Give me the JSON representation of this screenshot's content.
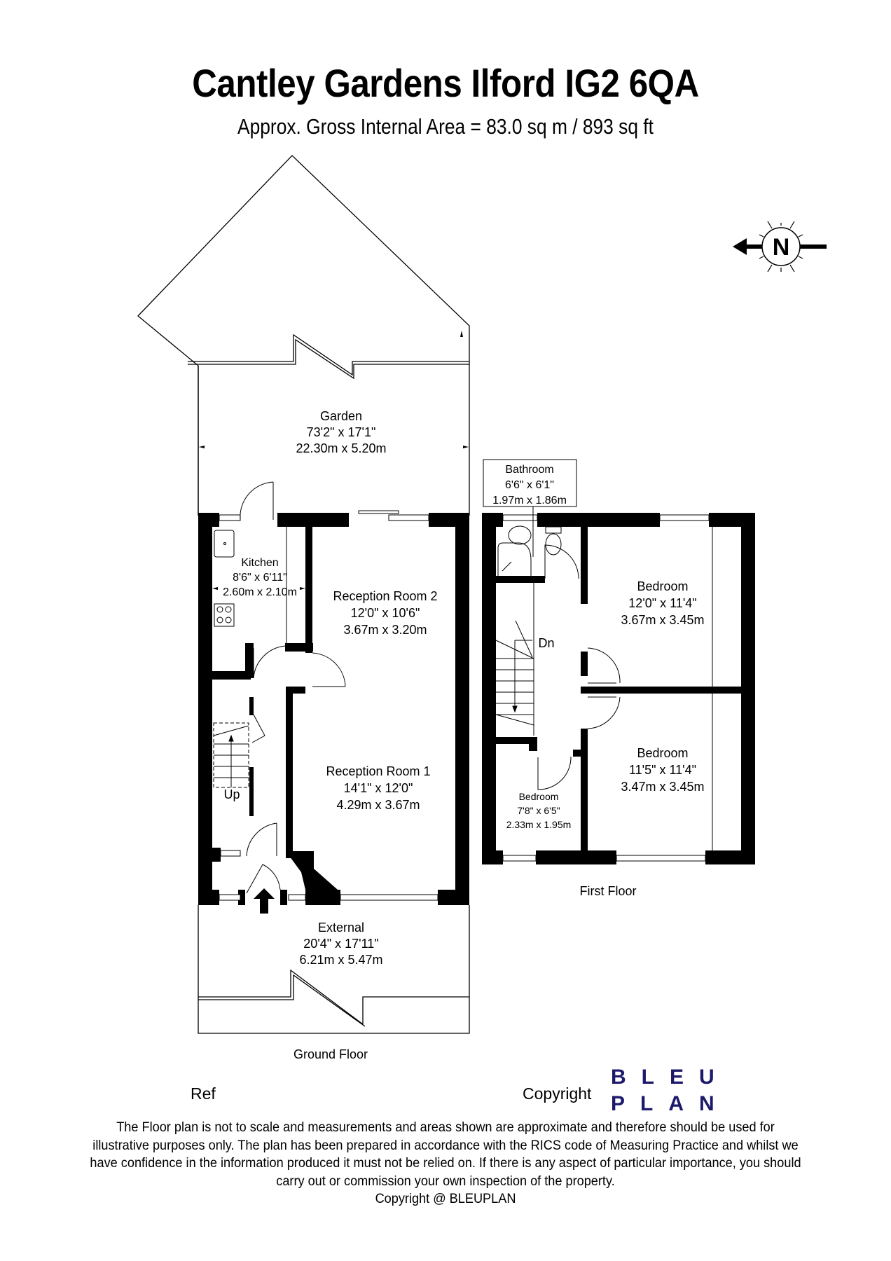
{
  "header": {
    "title": "Cantley Gardens Ilford IG2 6QA",
    "subtitle": "Approx. Gross Internal Area = 83.0 sq m / 893 sq ft"
  },
  "compass": {
    "icon": "north-arrow-compass-icon",
    "letter": "N",
    "direction": "left"
  },
  "ground_floor": {
    "label": "Ground Floor",
    "rooms": [
      {
        "name": "Garden",
        "imperial": "73'2\" x 17'1\"",
        "metric": "22.30m x 5.20m"
      },
      {
        "name": "Kitchen",
        "imperial": "8'6\" x 6'11\"",
        "metric": "2.60m x 2.10m"
      },
      {
        "name": "Reception Room 2",
        "imperial": "12'0\" x 10'6\"",
        "metric": "3.67m x 3.20m"
      },
      {
        "name": "Reception Room 1",
        "imperial": "14'1\" x 12'0\"",
        "metric": "4.29m x 3.67m"
      },
      {
        "name": "External",
        "imperial": "20'4\" x 17'11\"",
        "metric": "6.21m x 5.47m"
      }
    ],
    "stairs_label": "Up"
  },
  "first_floor": {
    "label": "First Floor",
    "rooms": [
      {
        "name": "Bathroom",
        "imperial": "6'6\" x 6'1\"",
        "metric": "1.97m x 1.86m"
      },
      {
        "name": "Bedroom",
        "imperial": "12'0\" x 11'4\"",
        "metric": "3.67m x 3.45m"
      },
      {
        "name": "Bedroom",
        "imperial": "11'5\" x 11'4\"",
        "metric": "3.47m x 3.45m"
      },
      {
        "name": "Bedroom",
        "imperial": "7'8\" x 6'5\"",
        "metric": "2.33m x 1.95m"
      }
    ],
    "stairs_label": "Dn"
  },
  "footer": {
    "ref_label": "Ref",
    "copyright_label": "Copyright",
    "logo_line1": "BLEU",
    "logo_line2": "PLAN",
    "logo_color": "#1e1a6b",
    "disclaimer_lines": [
      "The Floor plan is not to scale and measurements and areas shown are approximate and therefore should be used for",
      "illustrative purposes only. The plan has been prepared in accordance with the RICS code of Measuring Practice and whilst we",
      "have confidence in the information produced it must not be relied on. If there is any aspect of particular importance, you should",
      "carry out or commission your own inspection of the property."
    ],
    "copyright_line": "Copyright @ BLEUPLAN"
  }
}
